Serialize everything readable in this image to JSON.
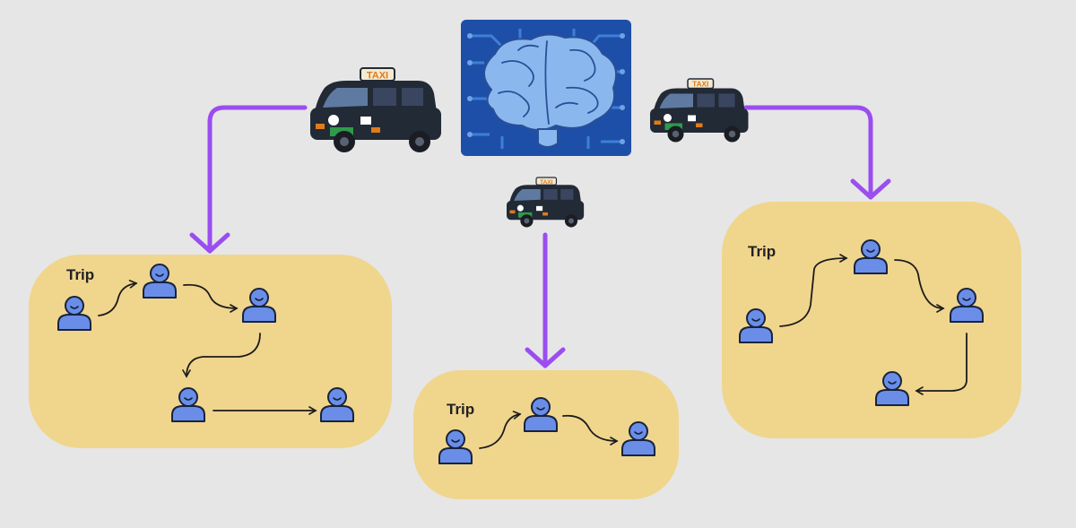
{
  "taxi_sign": "TAXI",
  "trip_label": "Trip",
  "icons": {
    "brain": "brain-chip-icon",
    "taxi": "taxi-icon",
    "passenger": "person-icon"
  },
  "colors": {
    "background": "#e6e6e6",
    "route_arrow": "#9b4df0",
    "trip_box": "#f0d58d",
    "passenger": "#6a8ee8",
    "passenger_outline": "#17233f",
    "brain_bg": "#1d4fa8",
    "brain": "#8ab8ee",
    "taxi_body": "#222a36",
    "taxi_sign": "#f3ead2",
    "taxi_sign_text": "#e0791a"
  },
  "trips": [
    {
      "label": "Trip",
      "passengers": 5
    },
    {
      "label": "Trip",
      "passengers": 3
    },
    {
      "label": "Trip",
      "passengers": 4
    }
  ]
}
